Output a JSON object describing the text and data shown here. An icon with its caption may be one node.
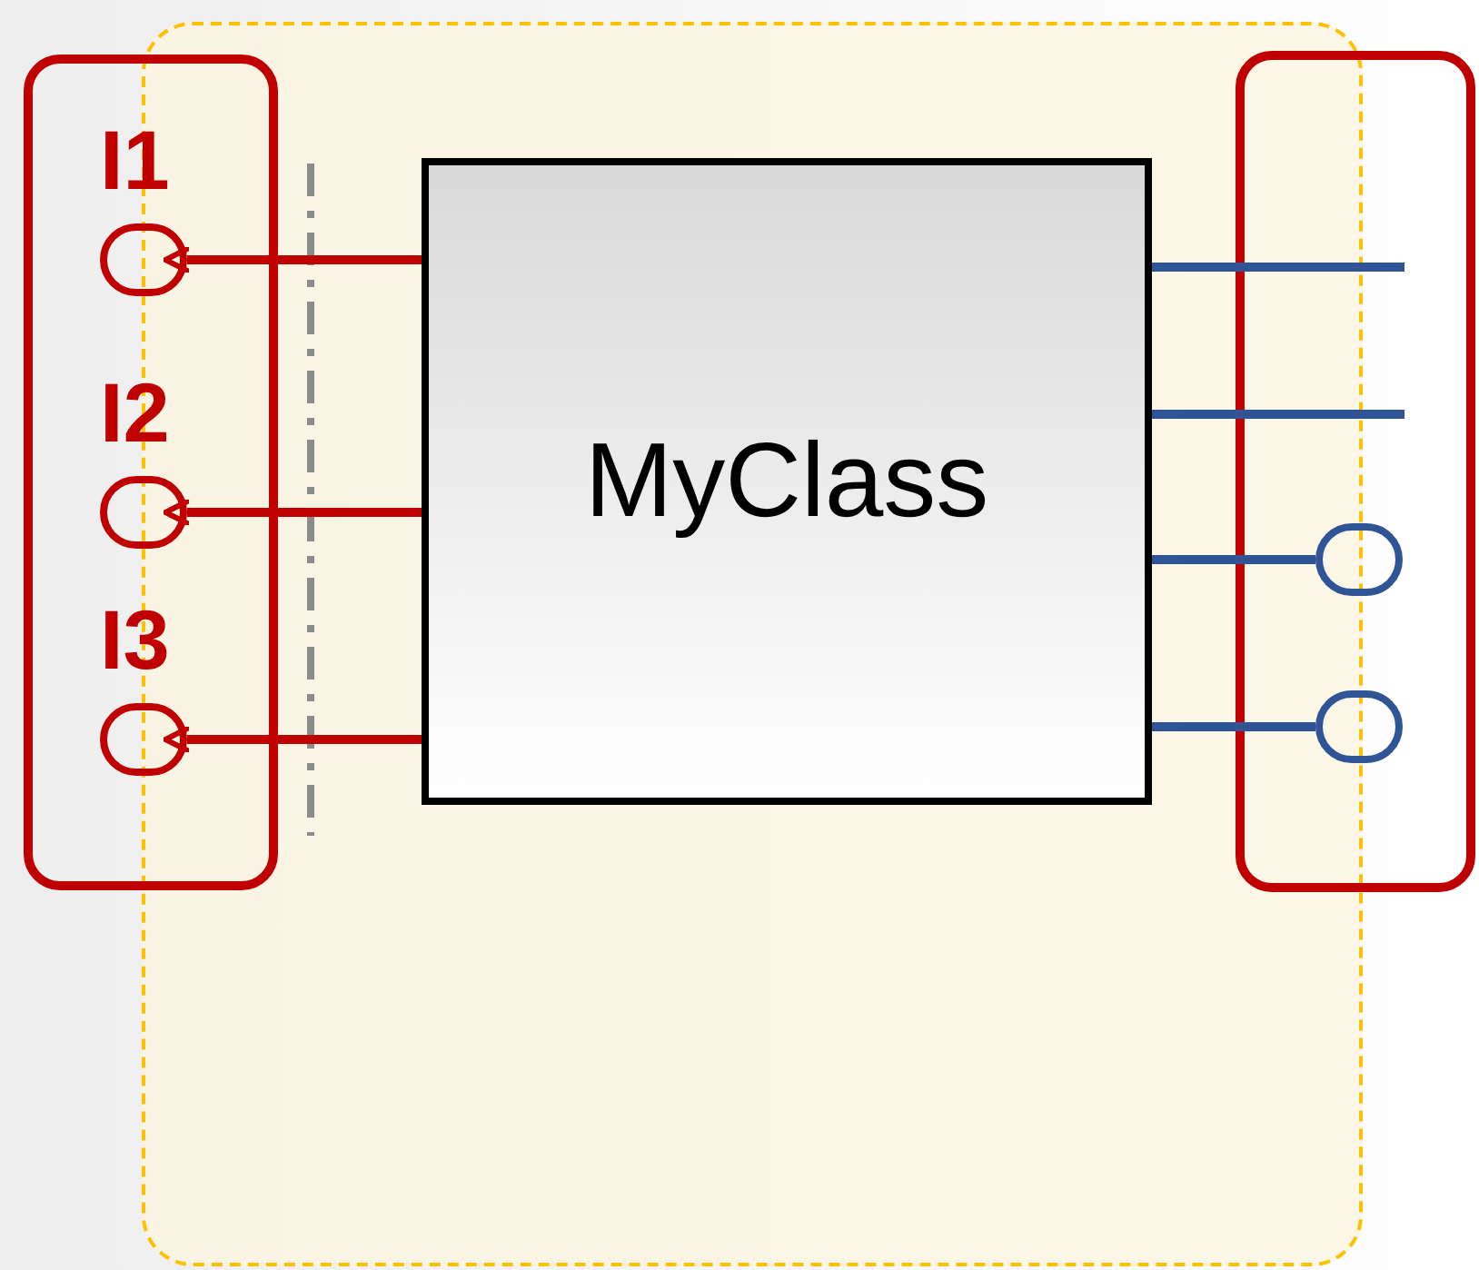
{
  "diagram": {
    "nodes": [
      {
        "text": [],
        "shape": "box"
      },
      {
        "text": [],
        "shape": "box"
      },
      {
        "text": [],
        "shape": "box"
      },
      {
        "text": [
          "MyClass"
        ],
        "in": 0
      },
      {
        "text": [],
        "shape": "circle",
        "in": 1,
        "beside": [
          "I1"
        ]
      },
      {
        "text": [],
        "shape": "circle",
        "in": 1,
        "beside": [
          "I2"
        ]
      },
      {
        "text": [],
        "shape": "circle",
        "in": 1,
        "beside": [
          "I3"
        ]
      },
      {
        "text": [],
        "shape": "circle",
        "in": 2
      },
      {
        "text": [],
        "shape": "circle",
        "in": 2
      }
    ],
    "edges": [
      {
        "from": 3,
        "to": 4,
        "arrow": "to",
        "color": "#c00000"
      },
      {
        "from": 3,
        "to": 5,
        "arrow": "to",
        "color": "#c00000"
      },
      {
        "from": 3,
        "to": 6,
        "arrow": "to",
        "color": "#c00000"
      },
      {
        "from": 3,
        "to": null,
        "arrow": "none"
      },
      {
        "from": 3,
        "to": null,
        "arrow": "none"
      },
      {
        "from": 3,
        "to": 7,
        "arrow": "none"
      },
      {
        "from": 3,
        "to": 8,
        "arrow": "none"
      }
    ]
  }
}
